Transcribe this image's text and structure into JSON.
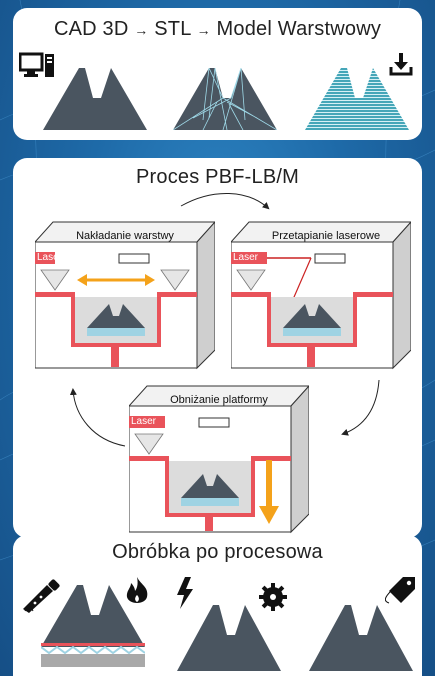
{
  "header": {
    "title_parts": [
      "CAD 3D",
      "STL",
      "Model Warstwowy"
    ],
    "arrow_glyph": "→"
  },
  "process": {
    "title": "Proces PBF-LB/M",
    "steps": [
      {
        "label": "Nakładanie warstwy",
        "laser": "Laser"
      },
      {
        "label": "Przetapianie laserowe",
        "laser": "Laser"
      },
      {
        "label": "Obniżanie platformy",
        "laser": "Laser"
      }
    ]
  },
  "post": {
    "title": "Obróbka po procesowa"
  },
  "icons": {
    "top": [
      "computer-icon",
      "download-icon"
    ],
    "bottom": [
      "saw-icon",
      "flame-icon",
      "lightning-icon",
      "gear-icon",
      "tag-icon"
    ]
  },
  "colors": {
    "background": "#1e6aa8",
    "part": "#4a5560",
    "stl_line": "#9fd9e8",
    "layer": "#45a6b8",
    "laser": "#e9535a",
    "arrow": "#f4a21a",
    "powder": "#d9d9d9"
  }
}
